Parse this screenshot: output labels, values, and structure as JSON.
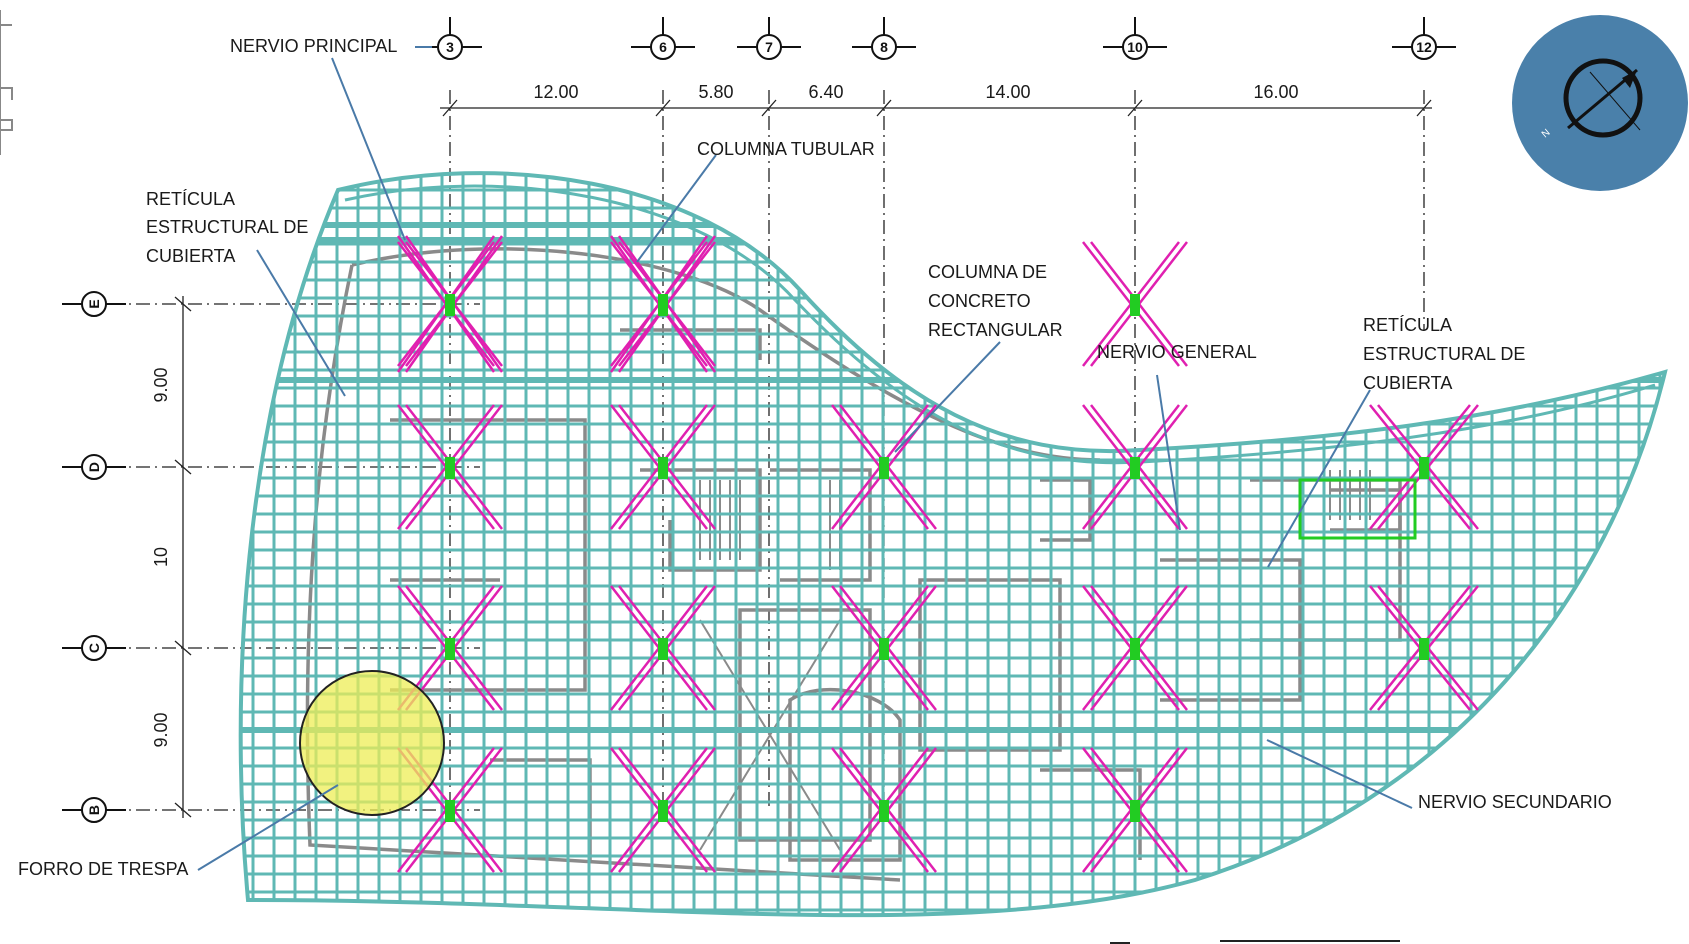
{
  "colors": {
    "background": "#ffffff",
    "roof_grid": "#5fb8b4",
    "diagonal_brace": "#e020b0",
    "column_marker": "#22cc22",
    "floor_plan": "#8a8a8a",
    "axis_lines": "#222222",
    "callout_line": "#4a7aa8",
    "compass_bg": "#4a80aa",
    "trespa_fill": "#eeee55"
  },
  "grid_axes": {
    "vertical": [
      "3",
      "6",
      "7",
      "8",
      "10",
      "12"
    ],
    "horizontal": [
      "E",
      "D",
      "C",
      "B"
    ]
  },
  "dimensions": {
    "top": [
      "12.00",
      "5.80",
      "6.40",
      "14.00",
      "16.00"
    ],
    "left": [
      "9.00",
      "10",
      "9.00"
    ]
  },
  "labels": {
    "nervio_principal": "NERVIO PRINCIPAL",
    "columna_tubular": "COLUMNA TUBULAR",
    "reticula_left": [
      "RETÍCULA",
      "ESTRUCTURAL DE",
      "CUBIERTA"
    ],
    "columna_concreto": [
      "COLUMNA DE",
      "CONCRETO",
      "RECTANGULAR"
    ],
    "nervio_general": "NERVIO GENERAL",
    "reticula_right": [
      "RETÍCULA",
      "ESTRUCTURAL DE",
      "CUBIERTA"
    ],
    "nervio_secundario": "NERVIO SECUNDARIO",
    "forro_trespa": "FORRO DE TRESPA"
  },
  "compass": {
    "icon": "north-arrow-icon",
    "letter": "N"
  }
}
